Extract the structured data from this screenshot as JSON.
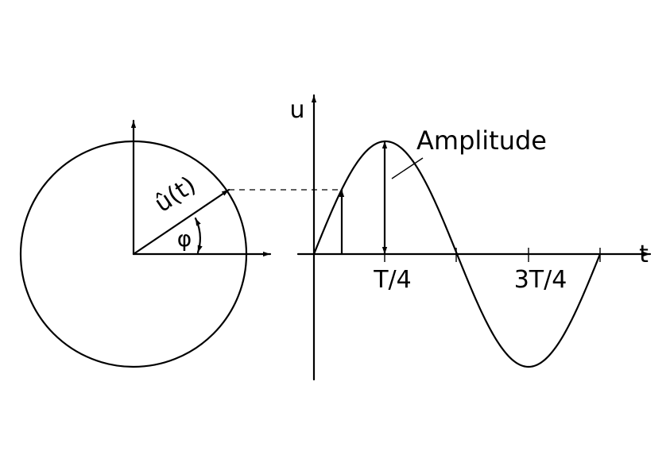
{
  "labels": {
    "vector": "û(t)",
    "angle": "φ",
    "y_axis": "u",
    "x_axis": "t",
    "amplitude": "Amplitude",
    "tick_quarter": "T/4",
    "tick_three_quarter": "3T/4"
  }
}
